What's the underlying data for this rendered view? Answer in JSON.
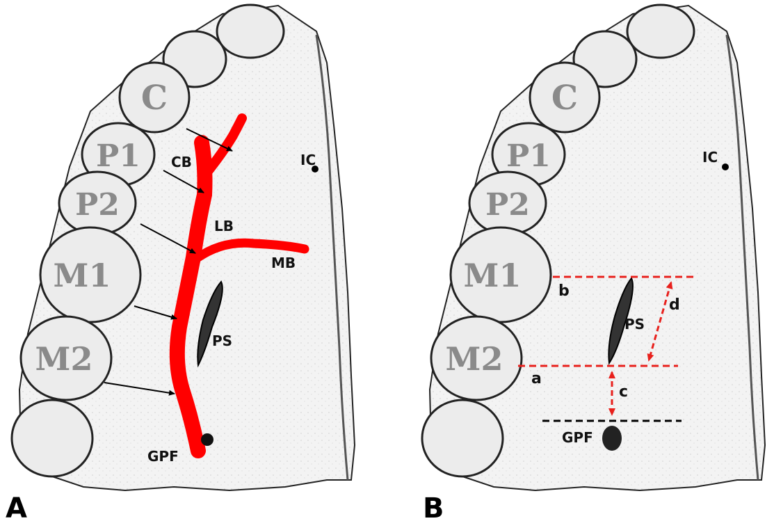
{
  "panels": [
    {
      "panel_label": "A",
      "teeth": [
        "C",
        "P1",
        "P2",
        "M1",
        "M2"
      ],
      "structures": {
        "cb": "CB",
        "lb": "LB",
        "mb": "MB",
        "ic": "IC",
        "ps": "PS",
        "gpf": "GPF"
      },
      "artery_color": "#ff0000"
    },
    {
      "panel_label": "B",
      "teeth": [
        "C",
        "P1",
        "P2",
        "M1"
      ],
      "tooth_m2": "M2",
      "structures": {
        "ic": "IC",
        "ps": "PS",
        "gpf": "GPF"
      },
      "measurements": {
        "a": "a",
        "b": "b",
        "c": "c",
        "d": "d"
      },
      "line_color_red": "#e8201c",
      "line_color_black": "#000000"
    }
  ]
}
